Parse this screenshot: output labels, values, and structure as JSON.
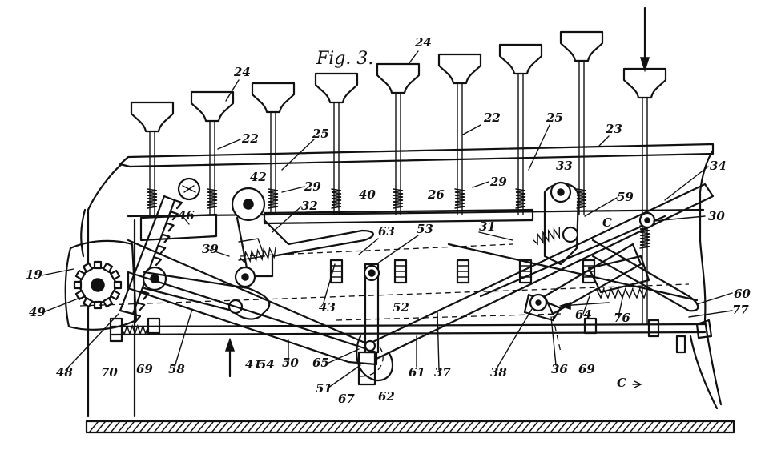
{
  "figure": {
    "title": "Fig. 3."
  },
  "labels": {
    "r24": "24",
    "r22": "22",
    "r25": "25",
    "r23": "23",
    "r29": "29",
    "r42": "42",
    "r40": "40",
    "r26": "26",
    "r33": "33",
    "r34": "34",
    "r46": "46",
    "r32": "32",
    "r59": "59",
    "r30": "30",
    "rC": "C",
    "r63": "63",
    "r53": "53",
    "r31": "31",
    "r39": "39",
    "r19": "19",
    "r43": "43",
    "r52": "52",
    "r49": "49",
    "r60": "60",
    "r64": "64",
    "r76": "76",
    "r77": "77",
    "r48": "48",
    "r70": "70",
    "r69": "69",
    "r58": "58",
    "r41": "41",
    "r54": "54",
    "r50": "50",
    "r65": "65",
    "r51": "51",
    "r67": "67",
    "r62": "62",
    "r61": "61",
    "r37": "37",
    "r38": "38",
    "r36": "36"
  }
}
